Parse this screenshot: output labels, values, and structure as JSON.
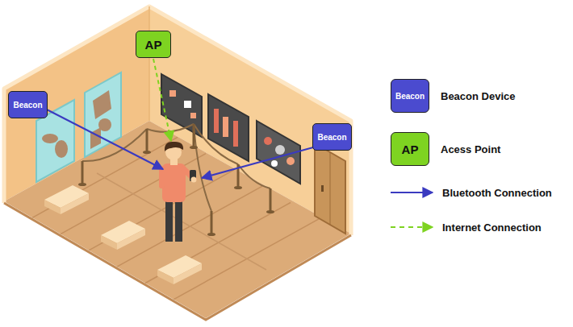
{
  "diagram": {
    "nodes": [
      {
        "text": [
          "AP"
        ]
      },
      {
        "text": [
          "Beacon"
        ]
      },
      {
        "text": [
          "Beacon"
        ]
      }
    ],
    "labels": [
      "Beacon",
      "AP"
    ],
    "legend": [
      {
        "text": "Beacon Device",
        "color": "#4b4bcf"
      },
      {
        "text": "Acess Point",
        "color": "#7ed321"
      },
      {
        "text": "Bluetooth Connection"
      },
      {
        "text": "Internet Connection"
      }
    ]
  }
}
